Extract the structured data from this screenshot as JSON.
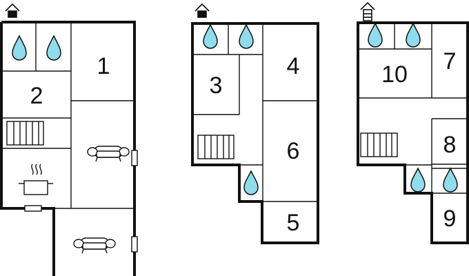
{
  "floors": [
    {
      "rooms": [
        "1",
        "2"
      ]
    },
    {
      "rooms": [
        "3",
        "4",
        "5",
        "6"
      ]
    },
    {
      "rooms": [
        "10",
        "7",
        "8",
        "9"
      ]
    }
  ]
}
